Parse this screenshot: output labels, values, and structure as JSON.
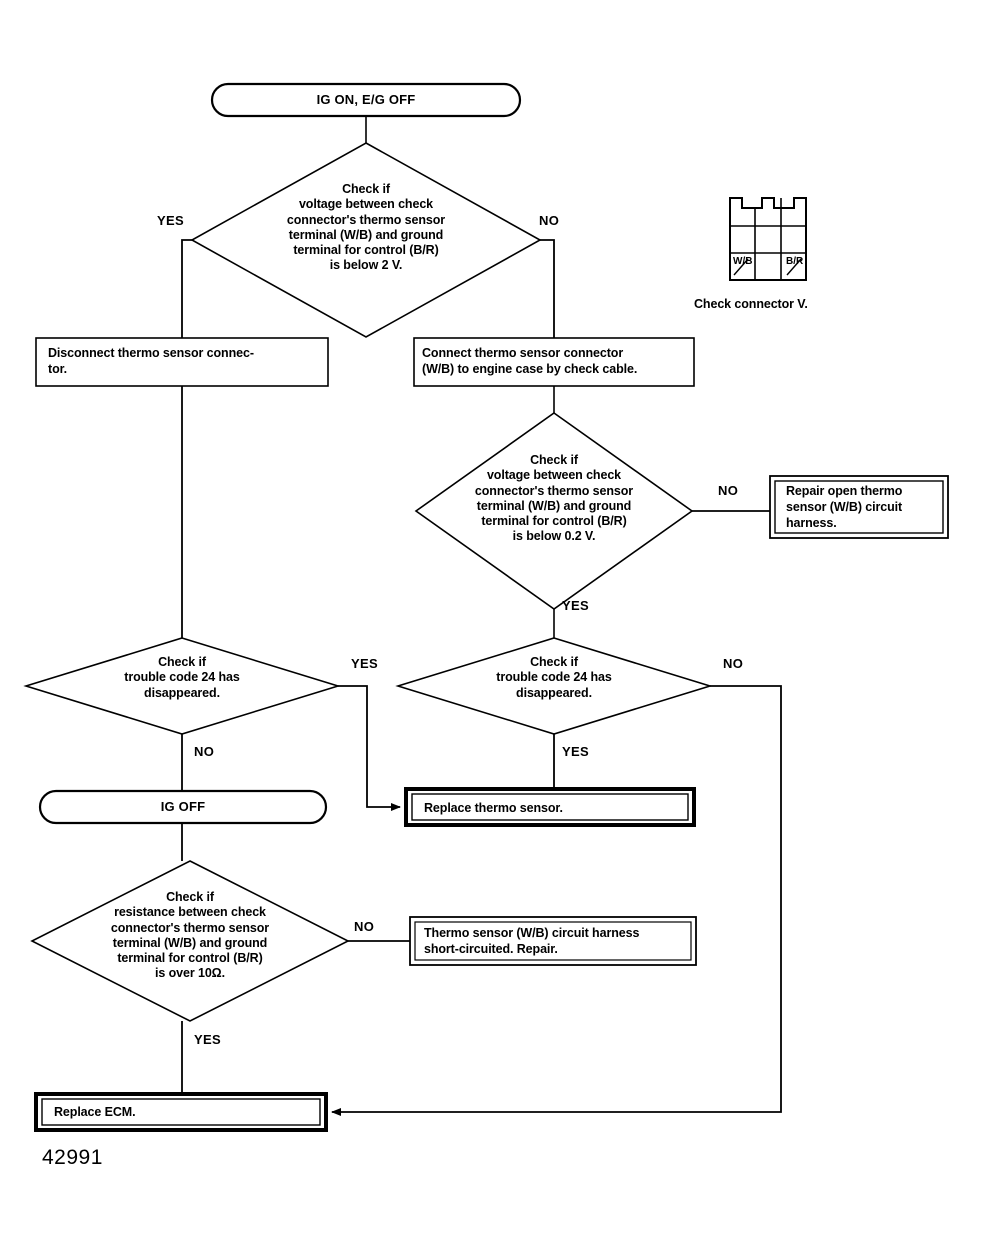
{
  "figure": {
    "number": "42991",
    "title_terminal_start": "IG ON, E/G OFF"
  },
  "terminals": {
    "start": "IG ON, E/G OFF",
    "ig_off": "IG OFF"
  },
  "decisions": {
    "d1_voltage_2v": "Check if\nvoltage between check\nconnector's thermo sensor\nterminal (W/B) and ground\nterminal for control (B/R)\nis below 2 V.",
    "d2_voltage_02v": "Check if\nvoltage between check\nconnector's thermo sensor\nterminal (W/B) and ground\nterminal for control (B/R)\nis below 0.2 V.",
    "d3_code_left": "Check if\ntrouble code 24 has\ndisappeared.",
    "d4_code_right": "Check if\ntrouble code 24 has\ndisappeared.",
    "d5_resistance": "Check if\nresistance between check\nconnector's thermo sensor\nterminal (W/B) and ground\nterminal for control (B/R)\nis over 10Ω."
  },
  "processes": {
    "p_disconnect": "Disconnect thermo sensor connec-\ntor.",
    "p_connect": "Connect thermo sensor connector\n(W/B) to engine case by check cable.",
    "p_repair_open": "Repair open thermo\nsensor (W/B) circuit\nharness.",
    "p_replace_sensor": "Replace thermo sensor.",
    "p_short_circuit": "Thermo sensor (W/B) circuit harness\nshort-circuited.  Repair.",
    "p_replace_ecm": "Replace ECM."
  },
  "branch_labels": {
    "d1_yes": "YES",
    "d1_no": "NO",
    "d2_no": "NO",
    "d2_yes": "YES",
    "d3_yes": "YES",
    "d3_no": "NO",
    "d4_no": "NO",
    "d4_yes": "YES",
    "d5_no": "NO",
    "d5_yes": "YES"
  },
  "connector": {
    "caption": "Check connector V.",
    "pin_left": "W/B",
    "pin_right": "B/R",
    "rows": 3,
    "cols": 3
  },
  "colors": {
    "ink": "#000000",
    "paper": "#ffffff"
  }
}
